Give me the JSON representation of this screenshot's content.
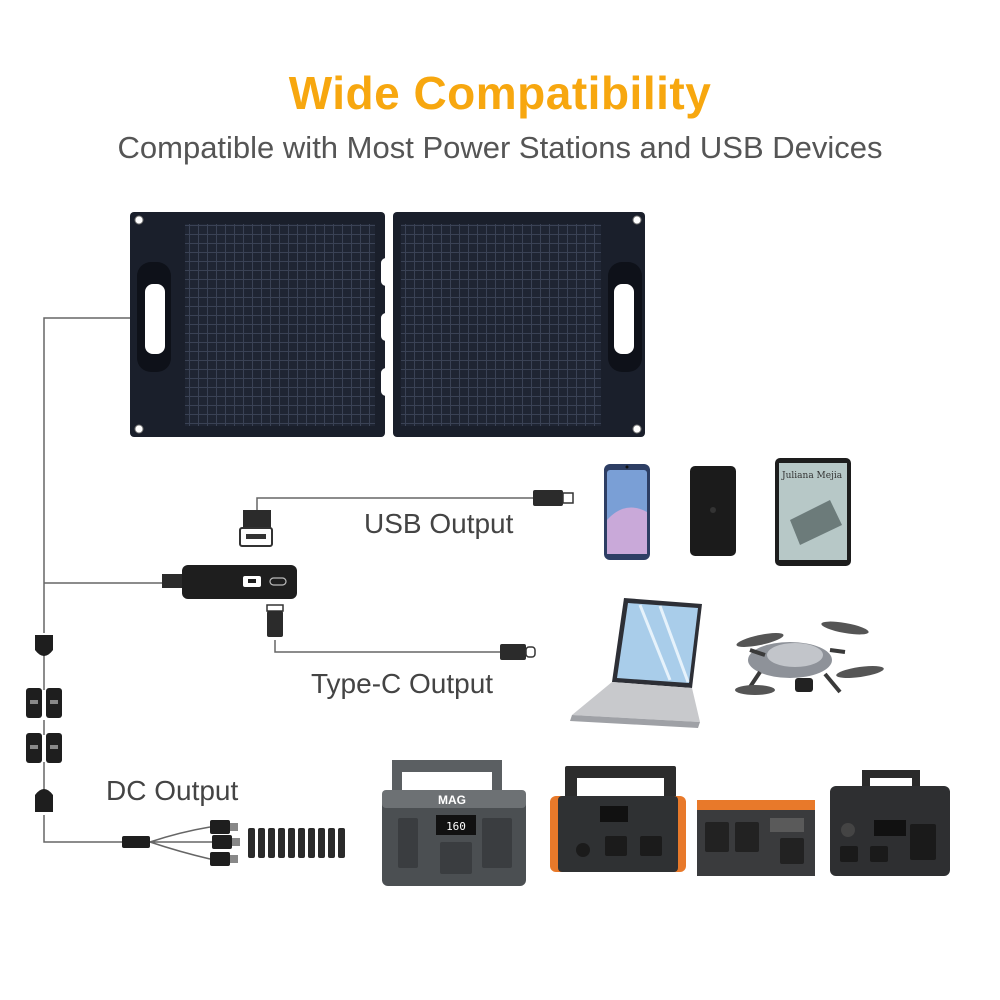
{
  "header": {
    "title": "Wide Compatibility",
    "subtitle": "Compatible with Most Power Stations and USB Devices"
  },
  "outputs": {
    "usb": "USB Output",
    "typec": "Type-C Output",
    "dc": "DC Output"
  },
  "devices": {
    "station1_brand": "MAG",
    "station1_display": "160",
    "tablet_text": "Juliana Mejia"
  },
  "colors": {
    "accent": "#F7A70F",
    "panel": "#1d2230",
    "orange_station": "#E8792A"
  }
}
